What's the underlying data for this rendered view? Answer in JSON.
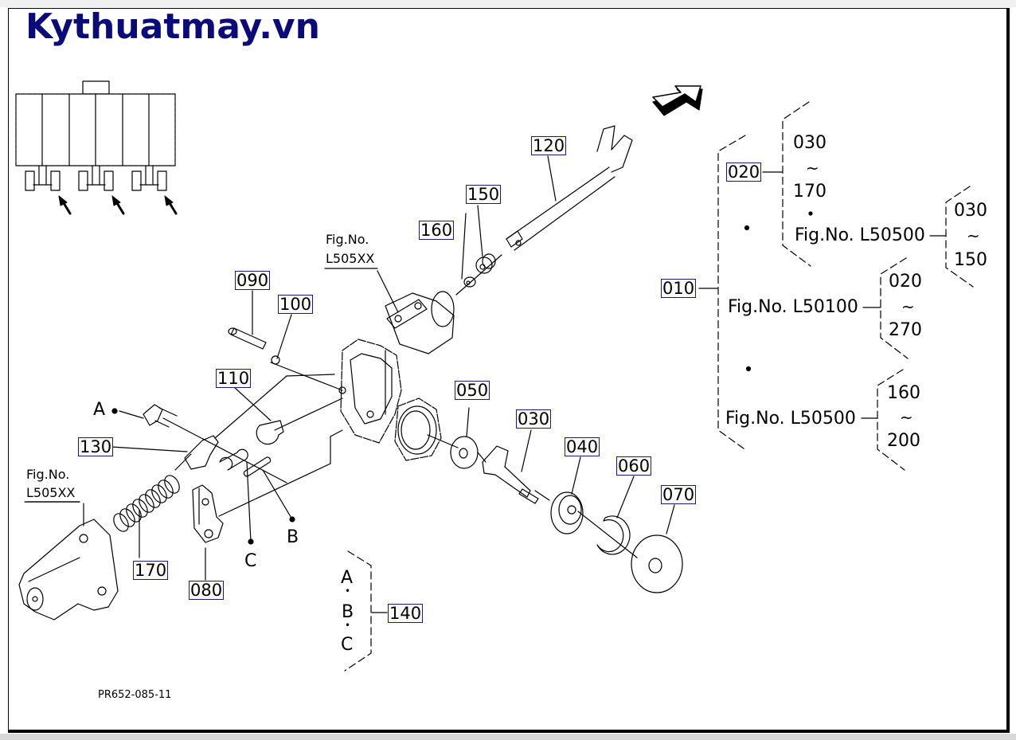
{
  "site": {
    "brand": "Kythuatmay.vn"
  },
  "diagram": {
    "drawing_code": "PR652-085-11",
    "callouts": [
      "010",
      "020",
      "030",
      "040",
      "050",
      "060",
      "070",
      "080",
      "090",
      "100",
      "110",
      "120",
      "130",
      "140",
      "150",
      "160",
      "170"
    ],
    "ref_points": [
      "A",
      "B",
      "C"
    ],
    "fig_refs": {
      "upper": {
        "line1": "Fig.No.",
        "line2": "L505XX"
      },
      "lower": {
        "line1": "Fig.No.",
        "line2": "L505XX"
      }
    },
    "assembly_tree": {
      "root": "010",
      "sub": "020",
      "sub_range": {
        "from": "030",
        "to": "170"
      },
      "sub_fig": "Fig.No. L50500",
      "sub_fig_range": {
        "from": "030",
        "to": "150"
      },
      "fig_a": "Fig.No. L50100",
      "fig_a_range": {
        "from": "020",
        "to": "270"
      },
      "fig_b": "Fig.No. L50500",
      "fig_b_range": {
        "from": "160",
        "to": "200"
      },
      "tilde": "~",
      "dot": "•"
    },
    "kit": {
      "label": "140",
      "items": [
        "A",
        "B",
        "C"
      ],
      "dot": "•"
    }
  },
  "icons": {
    "direction_arrow": "front-direction-arrow-icon"
  }
}
